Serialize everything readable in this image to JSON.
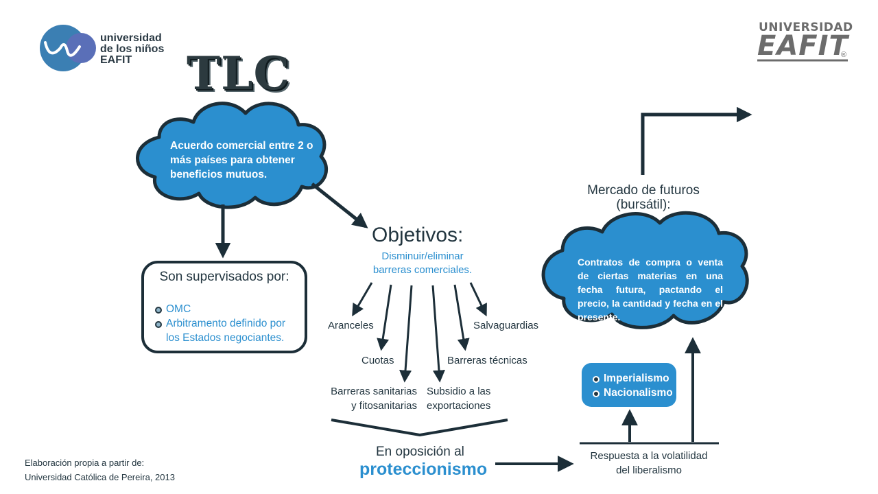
{
  "title": "TLC",
  "logos": {
    "left_line1": "universidad",
    "left_line2": "de los niños",
    "left_line3": "EAFIT",
    "right_top": "UNIVERSIDAD",
    "right_main": "EAFIT",
    "right_reg": "®"
  },
  "definition": "Acuerdo comercial entre 2 o más países para obtener beneficios mutuos.",
  "supervision": {
    "title": "Son supervisados por:",
    "items": [
      "OMC",
      "Arbitramento definido por los Estados negociantes."
    ]
  },
  "objectives": {
    "title": "Objetivos:",
    "subtitle": "Disminuir/eliminar barreras comerciales.",
    "barriers": {
      "aranceles": "Aranceles",
      "cuotas": "Cuotas",
      "sanitarias": "Barreras sanitarias y fitosanitarias",
      "subsidio": "Subsidio a las exportaciones",
      "tecnicas": "Barreras técnicas",
      "salvaguardias": "Salvaguardias"
    }
  },
  "opposition": {
    "line1": "En oposición al",
    "line2": "proteccionismo"
  },
  "futures": {
    "title": "Mercado de futuros (bursátil):",
    "definition": "Contratos de compra o venta de ciertas materias en una fecha futura, pactando el precio, la cantidad y fecha en el presente."
  },
  "ideologies": [
    "Imperialismo",
    "Nacionalismo"
  ],
  "response": "Respuesta a la volatilidad del liberalismo",
  "source": {
    "line1": "Elaboración propia a partir de:",
    "line2": "Universidad Católica de Pereira, 2013"
  },
  "colors": {
    "cloud_blue": "#2b8fcf",
    "dark": "#233640",
    "accent_text": "#2b8fcf"
  }
}
